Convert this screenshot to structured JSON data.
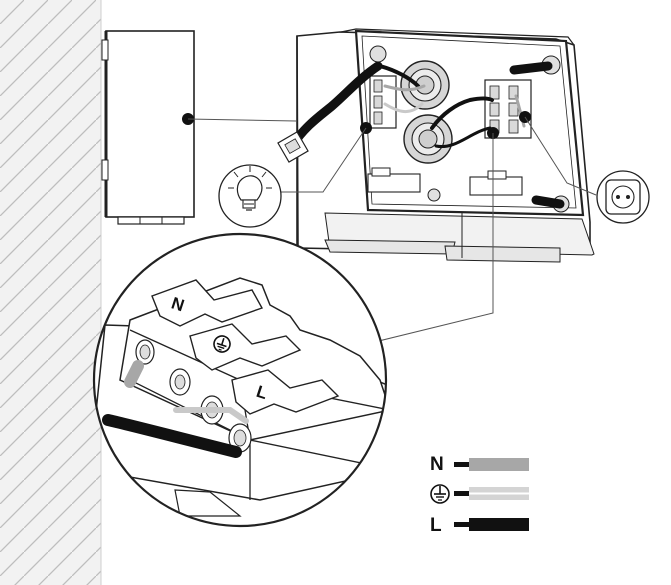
{
  "legend": {
    "neutral": {
      "label": "N",
      "color": "#a7a7a7"
    },
    "earth": {
      "symbol": "earth-symbol",
      "color": "#d4d4d4"
    },
    "live": {
      "label": "L",
      "color": "#111111"
    }
  },
  "terminal_labels": {
    "neutral": "N",
    "earth": "earth-symbol",
    "live": "L"
  },
  "colors": {
    "wall_stripe": "#bdbdbd",
    "outline": "#222222",
    "box_fill": "#ffffff",
    "shade": "#d9d9d9"
  },
  "icons": [
    "light-bulb-icon",
    "socket-icon",
    "earth-symbol-icon"
  ]
}
